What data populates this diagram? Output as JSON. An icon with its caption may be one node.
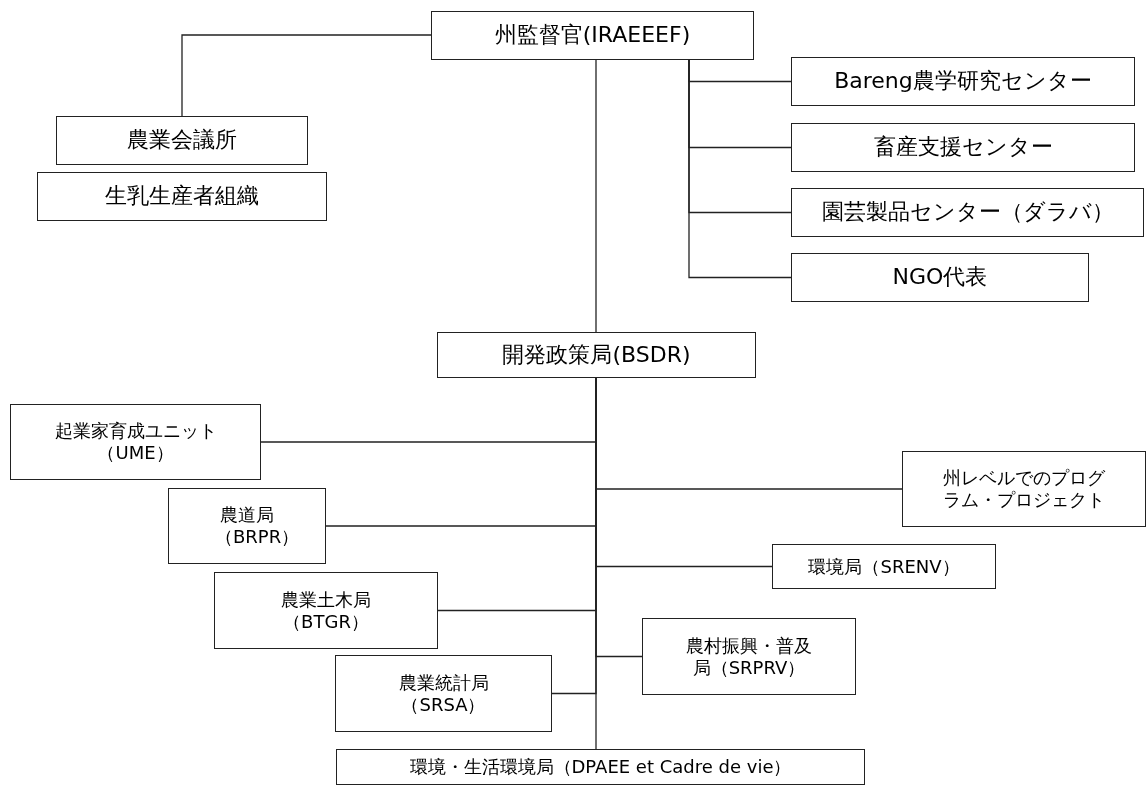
{
  "diagram": {
    "nodes": [
      {
        "text": [
          "州監督官(IRAEEEF)"
        ]
      },
      {
        "text": [
          "農業会議所"
        ]
      },
      {
        "text": [
          "生乳生産者組織"
        ]
      },
      {
        "text": [
          "Bareng農学研究センター"
        ]
      },
      {
        "text": [
          "畜産支援センター"
        ]
      },
      {
        "text": [
          "園芸製品センター（ダラバ）"
        ]
      },
      {
        "text": [
          "NGO代表"
        ]
      },
      {
        "text": [
          "開発政策局(BSDR)"
        ]
      },
      {
        "text": [
          "起業家育成ユニット（UME）"
        ]
      },
      {
        "text": [
          "州レベルでのプログラム・プロジェクト"
        ]
      },
      {
        "text": [
          "農道局（BRPR）"
        ]
      },
      {
        "text": [
          "環境局（SRENV）"
        ]
      },
      {
        "text": [
          "農業土木局（BTGR）"
        ]
      },
      {
        "text": [
          "農村振興・普及局（SRPRV）"
        ]
      },
      {
        "text": [
          "農業統計局（SRSA）"
        ]
      },
      {
        "text": [
          "環境・生活環境局（DPAEE et Cadre de vie）"
        ]
      }
    ],
    "edges": [
      {
        "from": 0,
        "to": 1,
        "arrow": "none"
      },
      {
        "from": 0,
        "to": 3,
        "arrow": "none"
      },
      {
        "from": 0,
        "to": 4,
        "arrow": "none"
      },
      {
        "from": 0,
        "to": 5,
        "arrow": "none"
      },
      {
        "from": 0,
        "to": 6,
        "arrow": "none"
      },
      {
        "from": 0,
        "to": 7,
        "arrow": "none"
      },
      {
        "from": 7,
        "to": 8,
        "arrow": "none"
      },
      {
        "from": 7,
        "to": 9,
        "arrow": "none"
      },
      {
        "from": 7,
        "to": 10,
        "arrow": "none"
      },
      {
        "from": 7,
        "to": 11,
        "arrow": "none"
      },
      {
        "from": 7,
        "to": 12,
        "arrow": "none"
      },
      {
        "from": 7,
        "to": 13,
        "arrow": "none"
      },
      {
        "from": 7,
        "to": 14,
        "arrow": "none"
      },
      {
        "from": 7,
        "to": 15,
        "arrow": "none"
      }
    ]
  }
}
